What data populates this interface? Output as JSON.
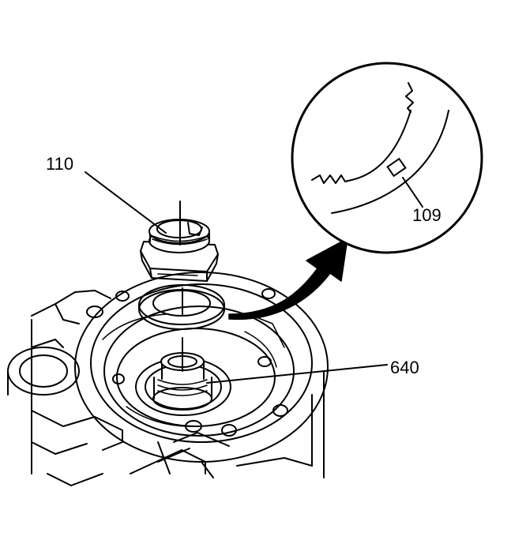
{
  "callouts": {
    "fitting": "110",
    "detail": "109",
    "valve": "640"
  },
  "colors": {
    "line": "#000000",
    "background": "#ffffff"
  }
}
